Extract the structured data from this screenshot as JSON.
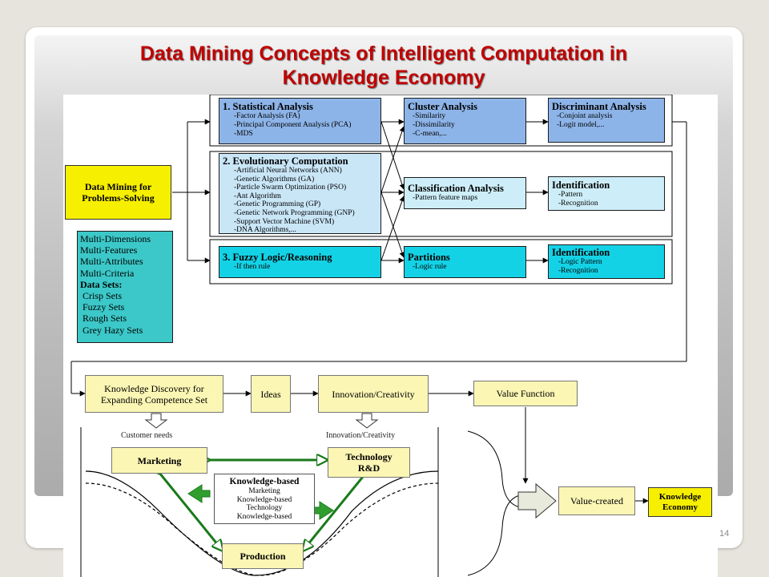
{
  "slide": {
    "title_line1": "Data Mining Concepts of Intelligent Computation in",
    "title_line2": "Knowledge Economy",
    "page_number": "14"
  },
  "diagram": {
    "root": {
      "line1": "Data Mining for",
      "line2": "Problems-Solving"
    },
    "data_sets_box": {
      "lines": [
        "Multi-Dimensions",
        "Multi-Features",
        "Multi-Attributes",
        "Multi-Criteria"
      ],
      "heading": "Data Sets:",
      "sets": [
        "Crisp Sets",
        "Fuzzy Sets",
        "Rough Sets",
        "Grey Hazy Sets"
      ]
    },
    "statistical": {
      "title": "1. Statistical Analysis",
      "items": [
        "-Factor Analysis (FA)",
        "-Principal Component Analysis (PCA)",
        "-MDS"
      ]
    },
    "evolutionary": {
      "title": "2. Evolutionary Computation",
      "items": [
        "-Artificial Neural Networks (ANN)",
        "-Genetic Algorithms (GA)",
        "-Particle Swarm Optimization (PSO)",
        "-Ant Algorithm",
        "-Genetic Programming (GP)",
        "-Genetic Network Programming (GNP)",
        "-Support Vector Machine (SVM)",
        "-DNA Algorithms,..."
      ]
    },
    "fuzzy": {
      "title": "3. Fuzzy Logic/Reasoning",
      "items": [
        "-If then rule"
      ]
    },
    "cluster": {
      "title": "Cluster Analysis",
      "items": [
        "-Similarity",
        "-Dissimilarity",
        "-C-mean,..."
      ]
    },
    "classification": {
      "title": "Classification Analysis",
      "items": [
        "-Pattern feature maps"
      ]
    },
    "partitions": {
      "title": "Partitions",
      "items": [
        "-Logic rule"
      ]
    },
    "discriminant": {
      "title": "Discriminant Analysis",
      "items": [
        "-Conjoint analysis",
        "-Logit model,..."
      ]
    },
    "identification1": {
      "title": "Identification",
      "items": [
        "-Pattern",
        "-Recognition"
      ]
    },
    "identification2": {
      "title": "Identification",
      "items": [
        "-Logic Pattern",
        "-Recognition"
      ]
    },
    "knowledge_discovery": {
      "line1": "Knowledge Discovery for",
      "line2": "Expanding Competence Set"
    },
    "ideas": "Ideas",
    "innovation": "Innovation/Creativity",
    "value_function": "Value Function",
    "value_created": "Value-created",
    "knowledge_economy": {
      "line1": "Knowledge",
      "line2": "Economy"
    },
    "customer_needs_label": "Customer needs",
    "innovation_label": "Innovation/Creativity",
    "marketing": "Marketing",
    "technology": {
      "line1": "Technology",
      "line2": "R&D"
    },
    "knowledge_based": {
      "title": "Knowledge-based",
      "lines": [
        "Marketing",
        "Knowledge-based",
        "Technology",
        "Knowledge-based"
      ]
    },
    "production": "Production"
  }
}
